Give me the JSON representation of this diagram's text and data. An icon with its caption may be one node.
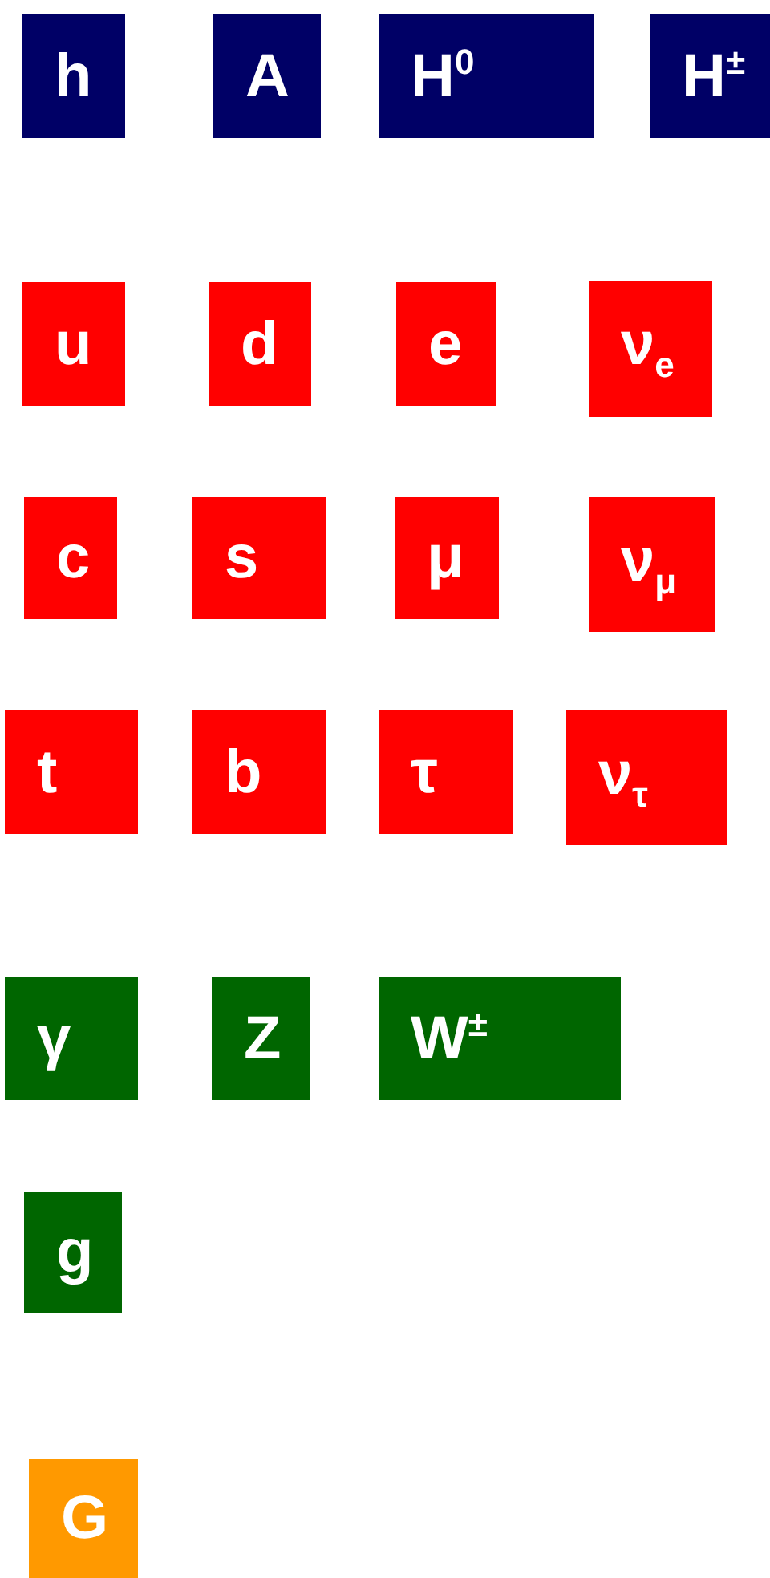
{
  "diagram": {
    "nodes": [
      {
        "text": [
          "h"
        ]
      },
      {
        "text": [
          "A"
        ]
      },
      {
        "text": [
          "H$^{0}$"
        ]
      },
      {
        "text": [
          "H$^{±}$"
        ]
      },
      {
        "text": [
          "u"
        ]
      },
      {
        "text": [
          "d"
        ]
      },
      {
        "text": [
          "e"
        ]
      },
      {
        "text": [
          "ν$_{e}$"
        ]
      },
      {
        "text": [
          "c"
        ]
      },
      {
        "text": [
          "s"
        ]
      },
      {
        "text": [
          "μ"
        ]
      },
      {
        "text": [
          "ν$_{μ}$"
        ]
      },
      {
        "text": [
          "t"
        ]
      },
      {
        "text": [
          "b"
        ]
      },
      {
        "text": [
          "τ"
        ]
      },
      {
        "text": [
          "ν$_{τ}$"
        ]
      },
      {
        "text": [
          "γ"
        ]
      },
      {
        "text": [
          "Z"
        ]
      },
      {
        "text": [
          "W$^{±}$"
        ]
      },
      {
        "text": [
          "g"
        ]
      },
      {
        "text": [
          "G"
        ]
      }
    ]
  }
}
